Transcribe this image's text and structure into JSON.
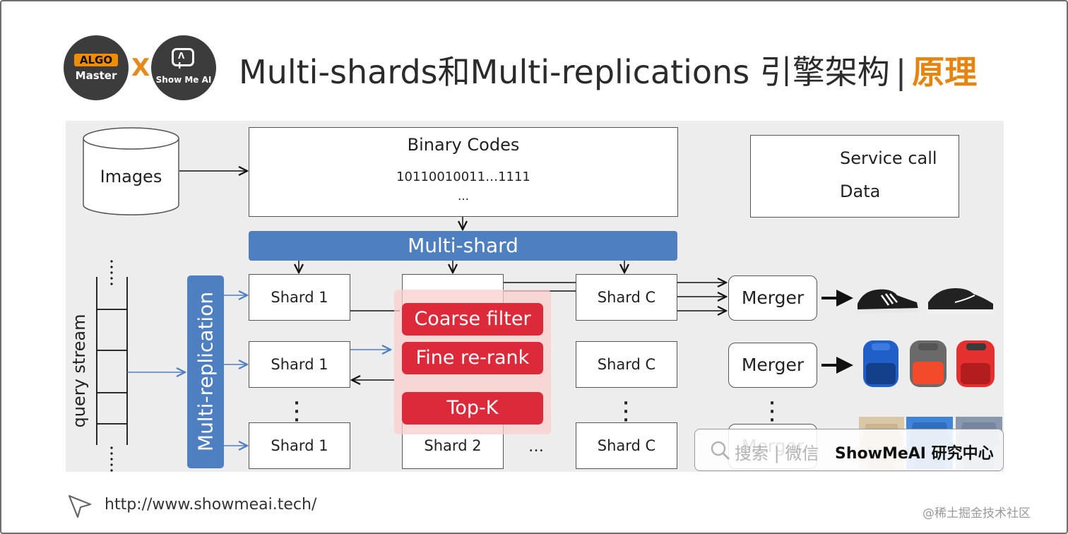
{
  "header": {
    "logo_left_badge": "ALGO",
    "logo_left_text": "Master",
    "cross": "X",
    "logo_right_face": "Λ I",
    "logo_right_text": "Show Me AI",
    "title_main": "Multi-shards和Multi-replications 引擎架构",
    "title_sep": "|",
    "title_accent": "原理"
  },
  "diagram": {
    "images_label": "Images",
    "binary_title": "Binary Codes",
    "binary_value": "10110010011…1111",
    "binary_ellipsis": "…",
    "legend": {
      "service_call": "Service call",
      "data": "Data"
    },
    "multi_shard": "Multi-shard",
    "multi_replication": "Multi-replication",
    "query_stream": "query stream",
    "shards": {
      "row1": [
        "Shard 1",
        "Shard C"
      ],
      "row2": [
        "Shard 1",
        "Shard C"
      ],
      "row3": [
        "Shard 1",
        "Shard 2",
        "Shard C"
      ]
    },
    "row3_ellipsis": "…",
    "merger": "Merger",
    "stages": [
      "Coarse filter",
      "Fine re-rank",
      "Top-K"
    ],
    "colors": {
      "blue": "#4e7fc1",
      "red": "#dd2a3a",
      "accent": "#e5840f"
    }
  },
  "watermark": {
    "search_text": "搜索 | 微信",
    "brand": "ShowMeAI 研究中心"
  },
  "footer": {
    "url": "http://www.showmeai.tech/",
    "credit": "@稀土掘金技术社区"
  }
}
